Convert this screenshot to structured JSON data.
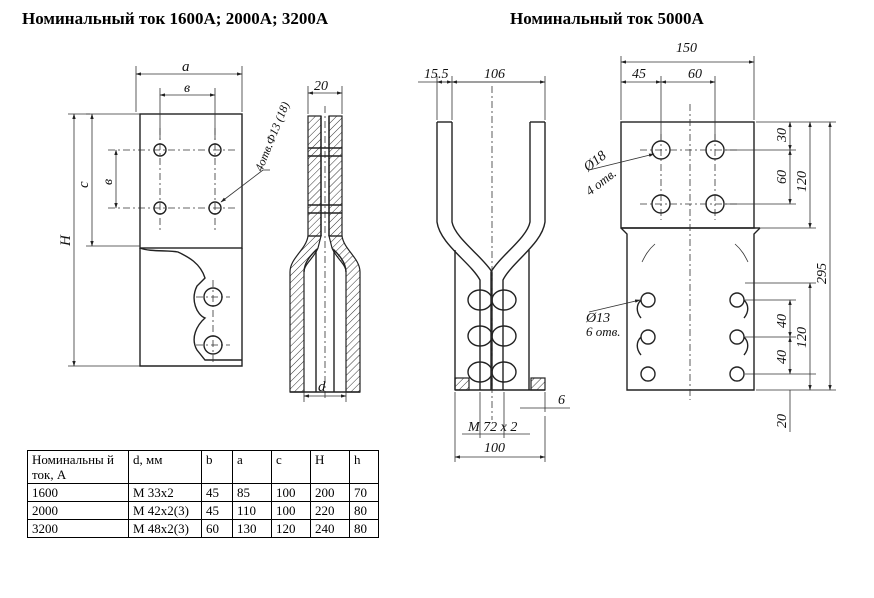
{
  "titles": {
    "left": "Номинальный ток 1600А;  2000А;  3200А",
    "right": "Номинальный ток 5000А"
  },
  "left_drawing": {
    "dim_a": "a",
    "dim_b_top": "в",
    "dim_c": "с",
    "dim_b_side": "в",
    "dim_H": "H",
    "holes_note": "4отв.Ф13 (18)",
    "dim_20": "20",
    "dim_d": "d"
  },
  "right_side_view": {
    "dim_15_5": "15.5",
    "dim_106": "106",
    "dim_6": "6",
    "dim_M": "M  72 x 2",
    "dim_100": "100"
  },
  "right_front_view": {
    "dim_150": "150",
    "dim_45": "45",
    "dim_60_top": "60",
    "dim_30": "30",
    "dim_60_side": "60",
    "dim_120_top": "120",
    "dim_295": "295",
    "dim_40_a": "40",
    "dim_40_b": "40",
    "dim_120_bottom": "120",
    "dim_20": "20",
    "hole18_label": "Ø18",
    "hole18_count": "4 отв.",
    "hole13_label": "Ø13",
    "hole13_count": "6 отв."
  },
  "table": {
    "headers": [
      "Номинальны й ток, А",
      "d, мм",
      "b",
      "a",
      "c",
      "H",
      "h"
    ],
    "rows": [
      [
        "1600",
        "M 33x2",
        "45",
        "85",
        "100",
        "200",
        "70"
      ],
      [
        "2000",
        "M 42x2(3)",
        "45",
        "110",
        "100",
        "220",
        "80"
      ],
      [
        "3200",
        "M 48x2(3)",
        "60",
        "130",
        "120",
        "240",
        "80"
      ]
    ]
  }
}
